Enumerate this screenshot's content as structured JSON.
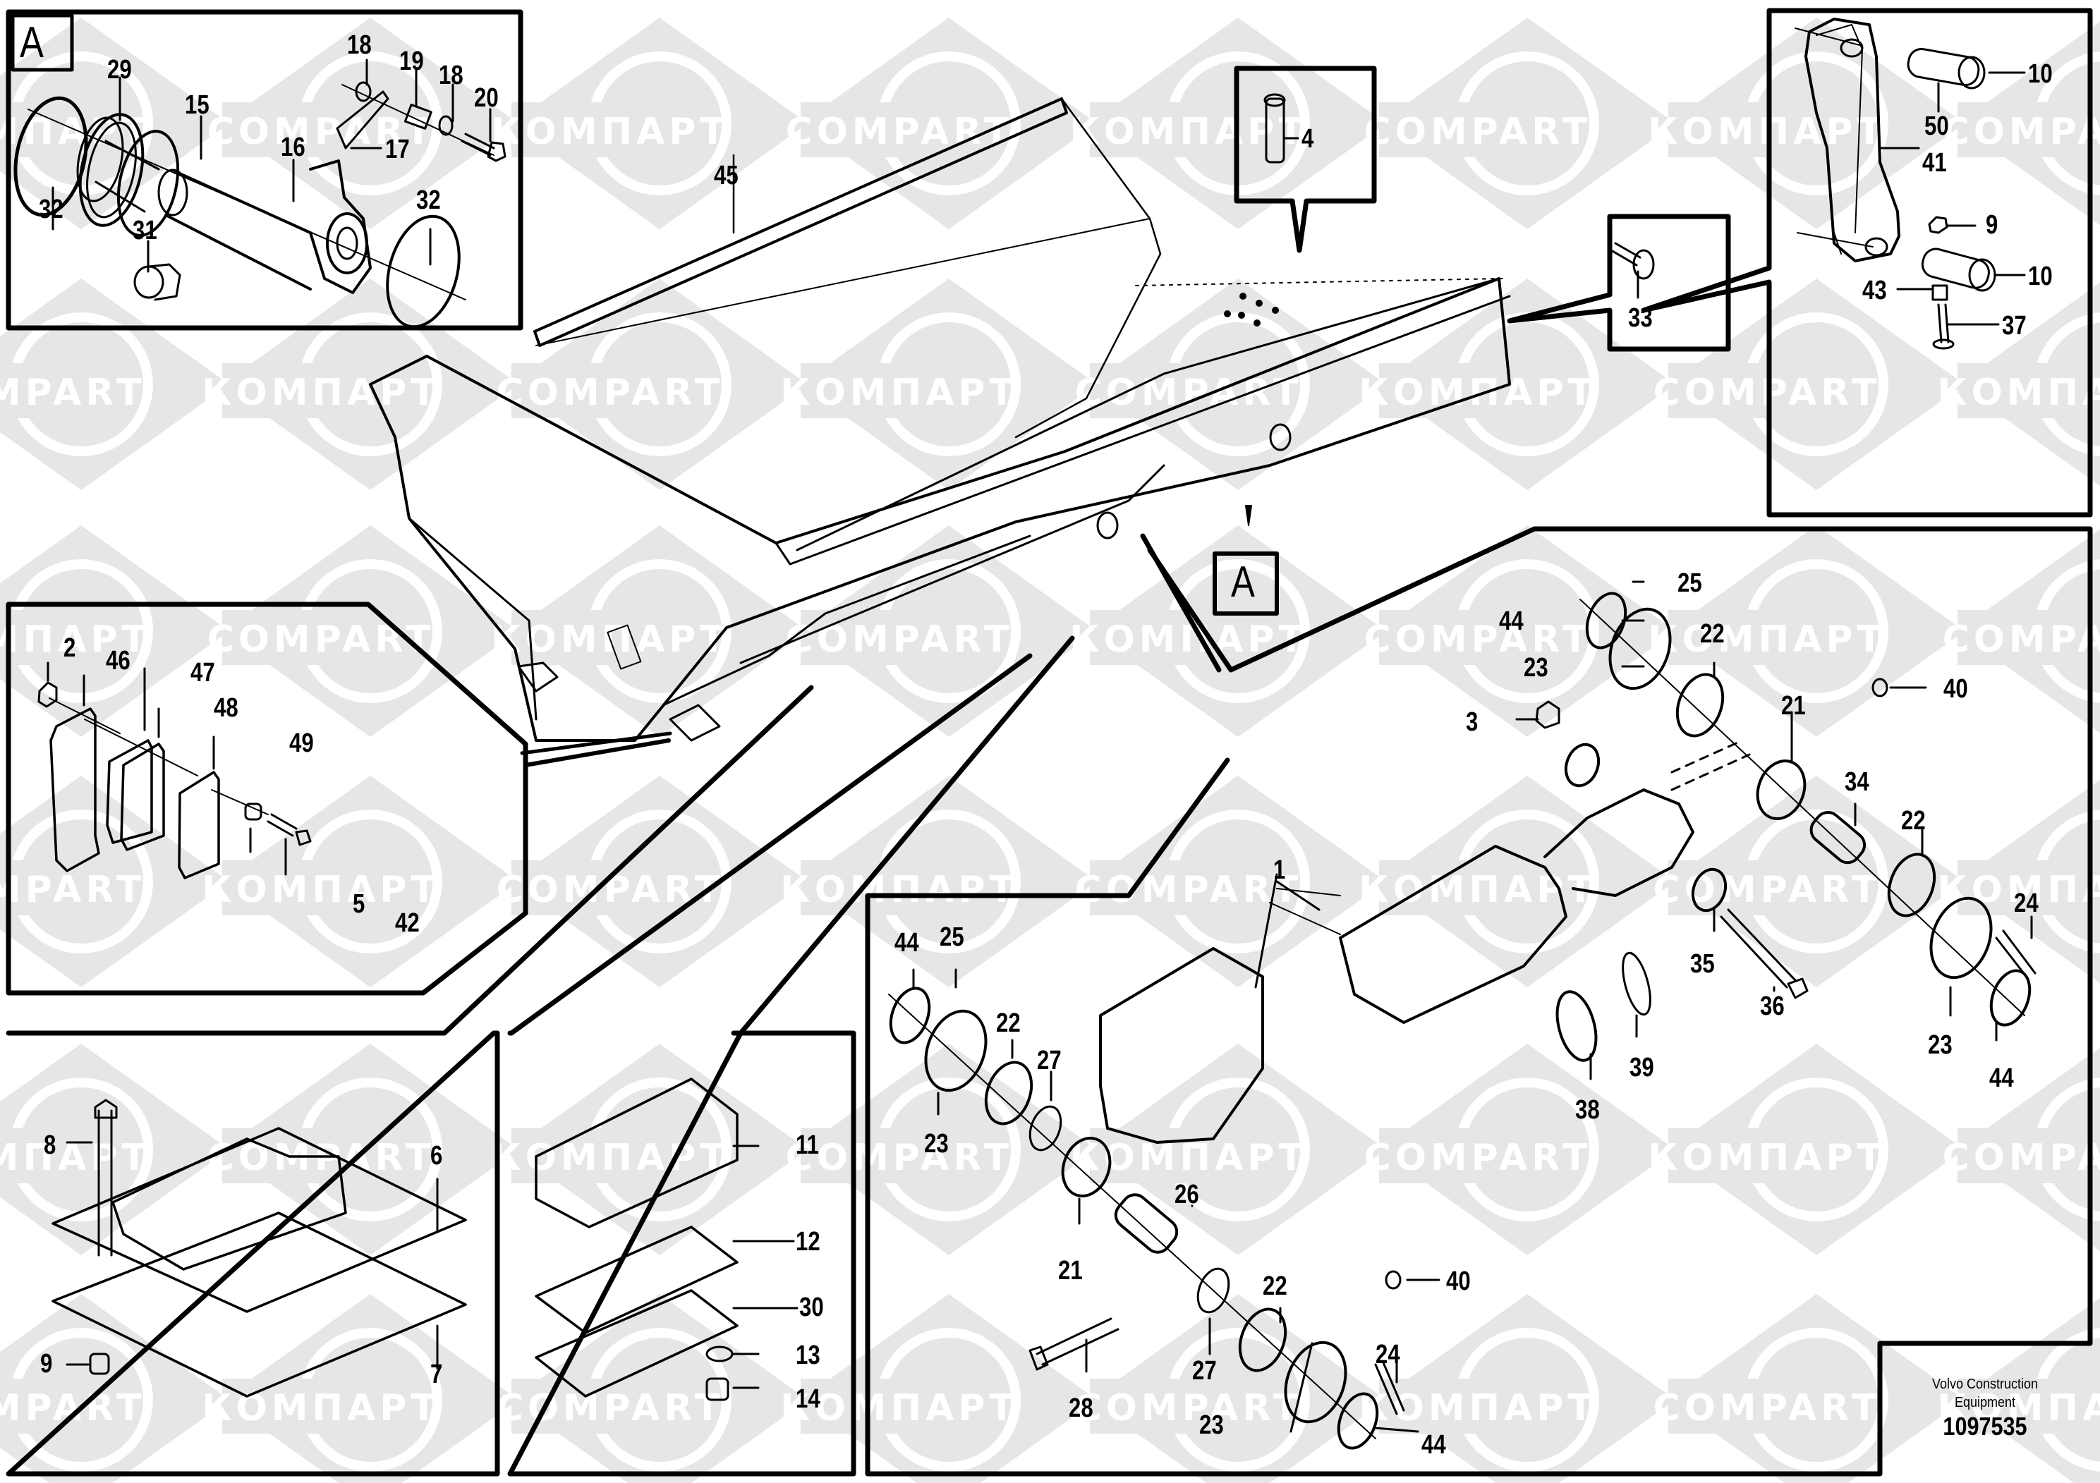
{
  "watermark": {
    "texts": [
      "КОМПАРТ",
      "COMPART"
    ],
    "band_color": "#e6e6e6",
    "text_color": "#ffffff"
  },
  "colors": {
    "line": "#000000",
    "background": "#ffffff"
  },
  "detail_markers": {
    "box_a_letter": "A",
    "main_view_letter": "A"
  },
  "box_a": {
    "title": "A",
    "labels": [
      "29",
      "32",
      "15",
      "16",
      "31",
      "32",
      "18",
      "19",
      "18",
      "20",
      "17"
    ]
  },
  "box_bolt_4": {
    "labels": [
      "4"
    ]
  },
  "box_bolt_33": {
    "labels": [
      "33"
    ]
  },
  "box_link": {
    "labels": [
      "10",
      "50",
      "41",
      "9",
      "10",
      "43",
      "37"
    ]
  },
  "main_body": {
    "labels": [
      "45"
    ]
  },
  "box_pads": {
    "labels": [
      "2",
      "46",
      "47",
      "48",
      "49",
      "5",
      "42"
    ]
  },
  "box_mount": {
    "labels": [
      "8",
      "6",
      "7",
      "9"
    ]
  },
  "box_stack": {
    "labels": [
      "11",
      "12",
      "30",
      "13",
      "14"
    ]
  },
  "box_cylinder": {
    "labels_upper": [
      "25",
      "44",
      "22",
      "23",
      "3",
      "21",
      "34",
      "40",
      "22",
      "24",
      "1",
      "35",
      "36",
      "23",
      "44",
      "38",
      "39"
    ],
    "labels_lower": [
      "44",
      "25",
      "22",
      "27",
      "23",
      "21",
      "26",
      "40",
      "22",
      "27",
      "28",
      "24",
      "23",
      "44"
    ]
  },
  "reference": {
    "line1": "Volvo Construction",
    "line2": "Equipment",
    "part_number": "1097535"
  }
}
